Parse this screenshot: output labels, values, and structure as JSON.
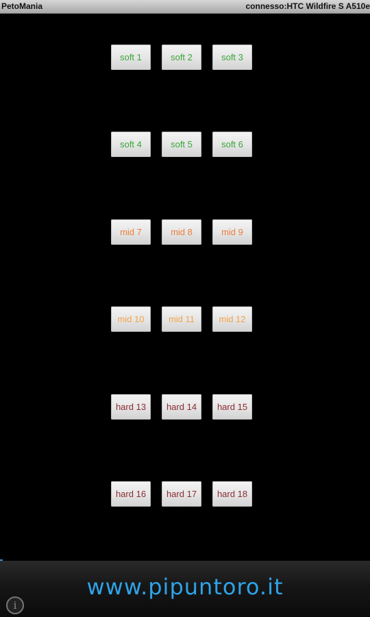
{
  "titlebar": {
    "app_name": "PetoMania",
    "connection_status": "connesso:HTC Wildfire S A510e"
  },
  "buttons": {
    "soft_1": "soft 1",
    "soft_2": "soft 2",
    "soft_3": "soft 3",
    "soft_4": "soft 4",
    "soft_5": "soft 5",
    "soft_6": "soft 6",
    "mid_7": "mid 7",
    "mid_8": "mid 8",
    "mid_9": "mid 9",
    "mid_10": "mid 10",
    "mid_11": "mid 11",
    "mid_12": "mid 12",
    "hard_13": "hard 13",
    "hard_14": "hard 14",
    "hard_15": "hard 15",
    "hard_16": "hard 16",
    "hard_17": "hard 17",
    "hard_18": "hard 18"
  },
  "ad": {
    "text": "www.pipuntoro.it",
    "info_icon": "info-icon"
  },
  "colors": {
    "soft": "#3aa63a",
    "mid_a": "#ea7d3a",
    "mid_b": "#f2a347",
    "hard": "#8b2b33",
    "ad_text": "#2fa3e8",
    "background": "#000000"
  }
}
